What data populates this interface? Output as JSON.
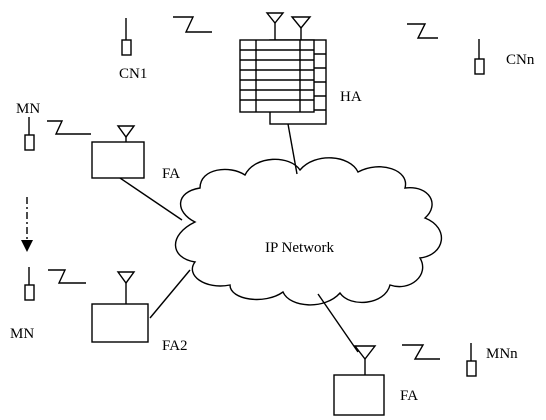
{
  "labels": {
    "cn1": "CN1",
    "cnn": "CNn",
    "ha": "HA",
    "mn_top": "MN",
    "fa_top": "FA",
    "network": "IP Network",
    "mn_bottom": "MN",
    "fa2": "FA2",
    "mnn": "MNn",
    "fa_bottom": "FA"
  }
}
